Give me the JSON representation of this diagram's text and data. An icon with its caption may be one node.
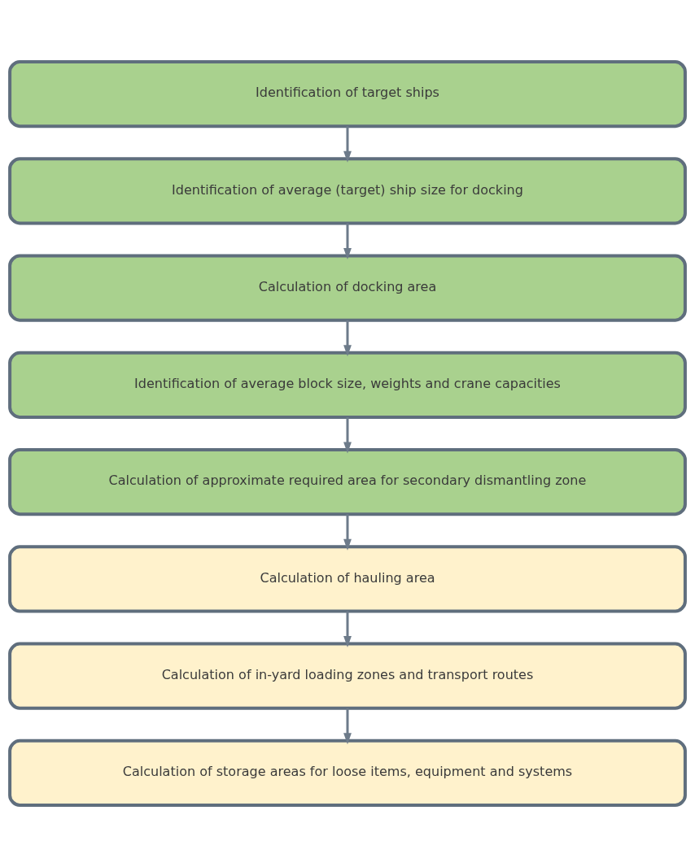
{
  "diagram": {
    "nodes": [
      {
        "text": [
          "Identification of target ships"
        ]
      },
      {
        "text": [
          "Identification of average (target) ship size for docking"
        ]
      },
      {
        "text": [
          "Calculation of docking area"
        ]
      },
      {
        "text": [
          "Identification of average block size, weights and crane capacities"
        ]
      },
      {
        "text": [
          "Calculation of approximate required area for secondary dismantling zone"
        ]
      },
      {
        "text": [
          "Calculation of hauling area"
        ]
      },
      {
        "text": [
          "Calculation of in-yard loading zones and transport routes"
        ]
      },
      {
        "text": [
          "Calculation of storage areas for loose items, equipment and systems"
        ]
      }
    ],
    "edges": [
      {
        "from": 0,
        "to": 1,
        "arrow": "to"
      },
      {
        "from": 1,
        "to": 2,
        "arrow": "to"
      },
      {
        "from": 2,
        "to": 3,
        "arrow": "to"
      },
      {
        "from": 3,
        "to": 4,
        "arrow": "to"
      },
      {
        "from": 4,
        "to": 5,
        "arrow": "to"
      },
      {
        "from": 5,
        "to": 6,
        "arrow": "to"
      },
      {
        "from": 6,
        "to": 7,
        "arrow": "to"
      }
    ]
  }
}
